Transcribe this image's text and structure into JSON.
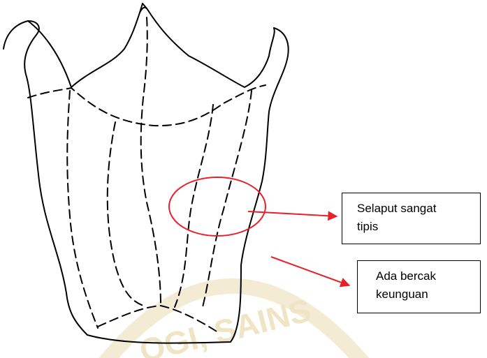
{
  "watermark": {
    "text": "OGI, SAINS",
    "color": "#e8d9a8"
  },
  "figure": {
    "outline_color": "#000000",
    "highlight_color": "#e8202a",
    "arrow_color": "#e8202a"
  },
  "annotations": [
    {
      "line1": "Selaput sangat",
      "line2": "tipis",
      "marker": "ellipse-highlight"
    },
    {
      "line1": "Ada bercak",
      "line2": "keunguan",
      "marker": "arrow-only"
    }
  ]
}
